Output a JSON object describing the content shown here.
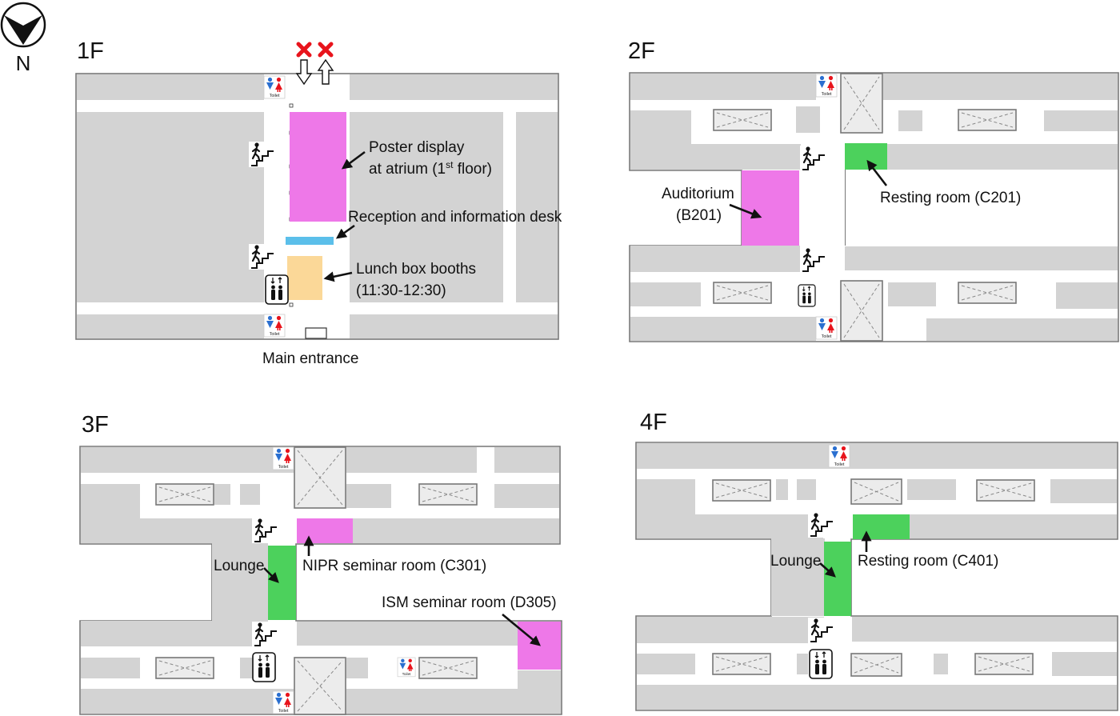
{
  "compass": {
    "label": "N"
  },
  "floors": {
    "f1": {
      "title": "1F",
      "labels": {
        "poster_line1": "Poster display",
        "poster_line2": "at atrium (1",
        "poster_sup": "st",
        "poster_line2_end": " floor)",
        "reception": "Reception and information desk",
        "lunch_line1": "Lunch box booths",
        "lunch_line2": "(11:30-12:30)",
        "entrance": "Main entrance"
      }
    },
    "f2": {
      "title": "2F",
      "labels": {
        "auditorium_line1": "Auditorium",
        "auditorium_line2": "(B201)",
        "resting": "Resting room (C201)"
      }
    },
    "f3": {
      "title": "3F",
      "labels": {
        "lounge": "Lounge",
        "nipr": "NIPR seminar room (C301)",
        "ism": "ISM seminar room (D305)"
      }
    },
    "f4": {
      "title": "4F",
      "labels": {
        "lounge": "Lounge",
        "resting": "Resting room (C401)"
      }
    }
  },
  "icons": {
    "toilet_text": "Toilet"
  },
  "colors": {
    "event_magenta": "#ee78e8",
    "rest_green": "#4cd15c",
    "reception_blue": "#5bbfea",
    "lunch_orange": "#fbd898",
    "building_gray": "#d3d3d3",
    "closed_red": "#e8141c"
  }
}
